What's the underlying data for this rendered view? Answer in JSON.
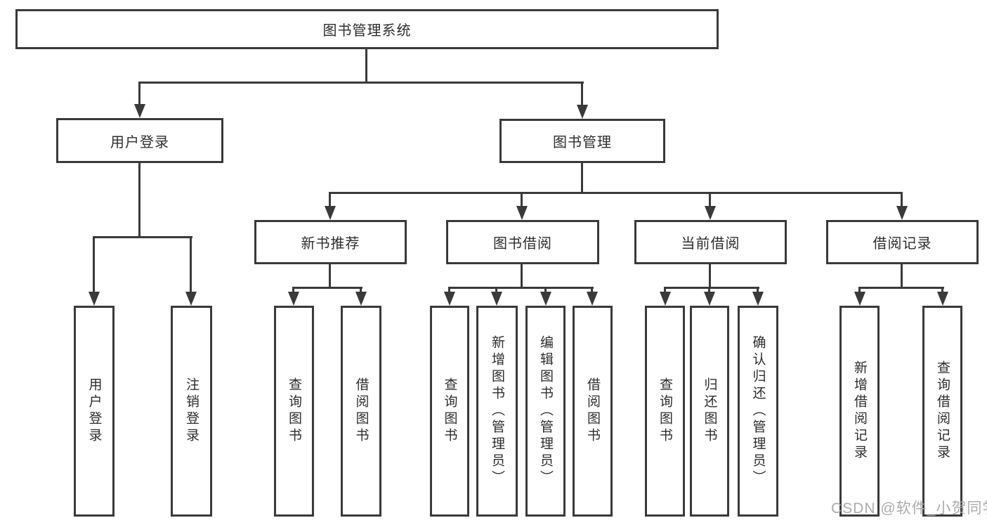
{
  "tree": {
    "root": "图书管理系统",
    "branches": [
      {
        "label": "用户登录",
        "children": [
          "用户登录",
          "注销登录"
        ]
      },
      {
        "label": "图书管理",
        "sections": [
          {
            "label": "新书推荐",
            "children": [
              "查询图书",
              "借阅图书"
            ]
          },
          {
            "label": "图书借阅",
            "children": [
              "查询图书",
              "新增图书（管理员）",
              "编辑图书（管理员）",
              "借阅图书"
            ]
          },
          {
            "label": "当前借阅",
            "children": [
              "查询图书",
              "归还图书",
              "确认归还（管理员）"
            ]
          },
          {
            "label": "借阅记录",
            "children": [
              "新增借阅记录",
              "查询借阅记录"
            ]
          }
        ]
      }
    ]
  },
  "watermark": "CSDN @软件_小贺同学",
  "colors": {
    "line": "#3a3a3a",
    "text": "#2d2d2d",
    "box_background": "#ffffff",
    "watermark": "#a8a8a8"
  }
}
